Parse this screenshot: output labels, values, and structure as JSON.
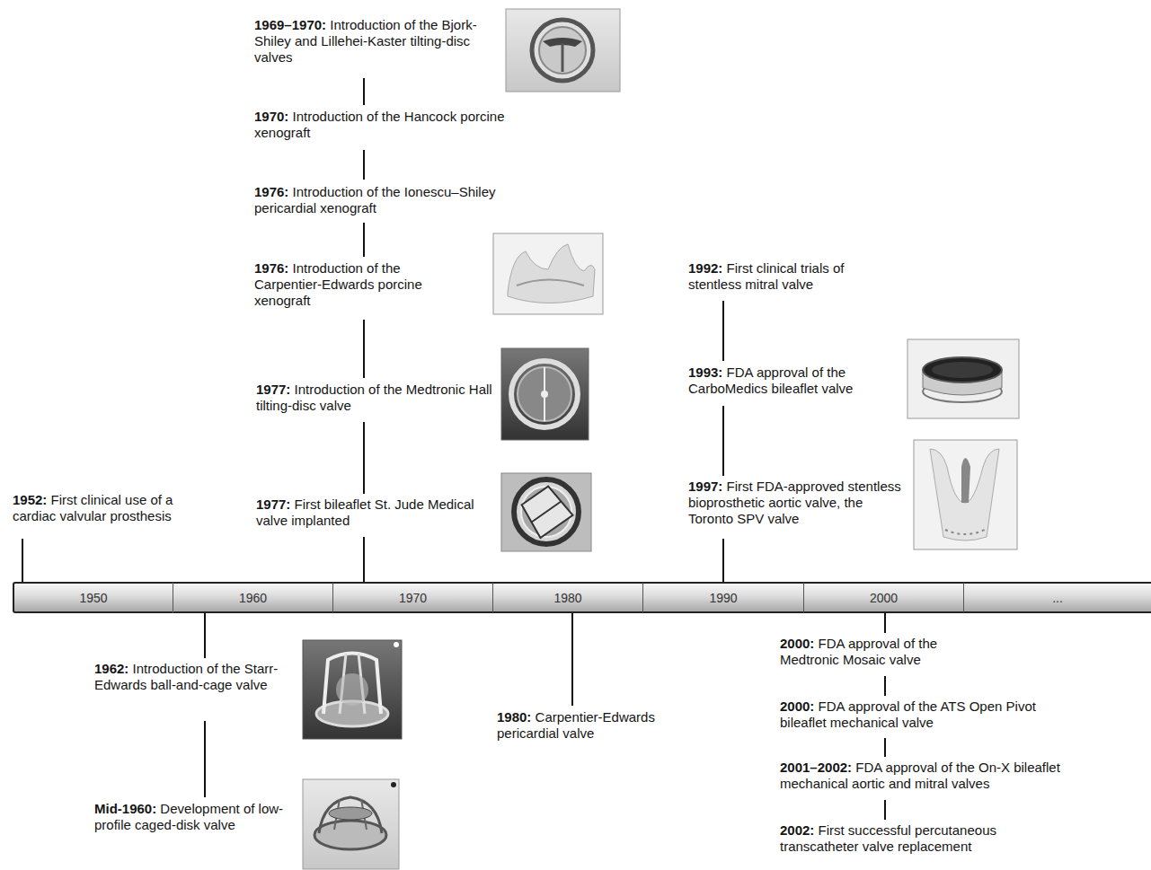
{
  "diagram": {
    "nodes": [
      {
        "text": [
          "1950"
        ]
      },
      {
        "text": [
          "1960"
        ]
      },
      {
        "text": [
          "1970"
        ]
      },
      {
        "text": [
          "1980"
        ]
      },
      {
        "text": [
          "1990"
        ]
      },
      {
        "text": [
          "2000"
        ]
      },
      {
        "text": [
          "..."
        ]
      }
    ],
    "labels": [
      "1969–1970:",
      "Introduction of the Bjork-Shiley and Lillehei-Kaster tilting-disc valves",
      "1970:",
      "Introduction of the Hancock porcine xenograft",
      "1976:",
      "Introduction of the Ionescu–Shiley pericardial xenograft",
      "1976:",
      "Introduction of the Carpentier-Edwards porcine xenograft",
      "1977:",
      "Introduction of the Medtronic Hall tilting-disc valve",
      "1977:",
      "First bileaflet St. Jude Medical valve implanted",
      "1952:",
      "First clinical use of a cardiac valvular prosthesis",
      "1992:",
      "First clinical trials of stentless mitral valve",
      "1993:",
      "FDA approval of the CarboMedics bileaflet valve",
      "1997:",
      "First FDA-approved stentless bioprosthetic aortic valve, the Toronto SPV valve",
      "1962:",
      "Introduction of the Starr-Edwards ball-and-cage valve",
      "Mid-1960:",
      "Development of low-profile caged-disk valve",
      "1980:",
      "Carpentier-Edwards pericardial valve",
      "2000:",
      "FDA approval of the Medtronic Mosaic valve",
      "2000:",
      "FDA approval of the ATS Open Pivot bileaflet mechanical valve",
      "2001–2002:",
      "FDA approval of the On-X bileaflet mechanical aortic and mitral valves",
      "2002:",
      "First successful percutaneous transcatheter valve replacement"
    ]
  }
}
